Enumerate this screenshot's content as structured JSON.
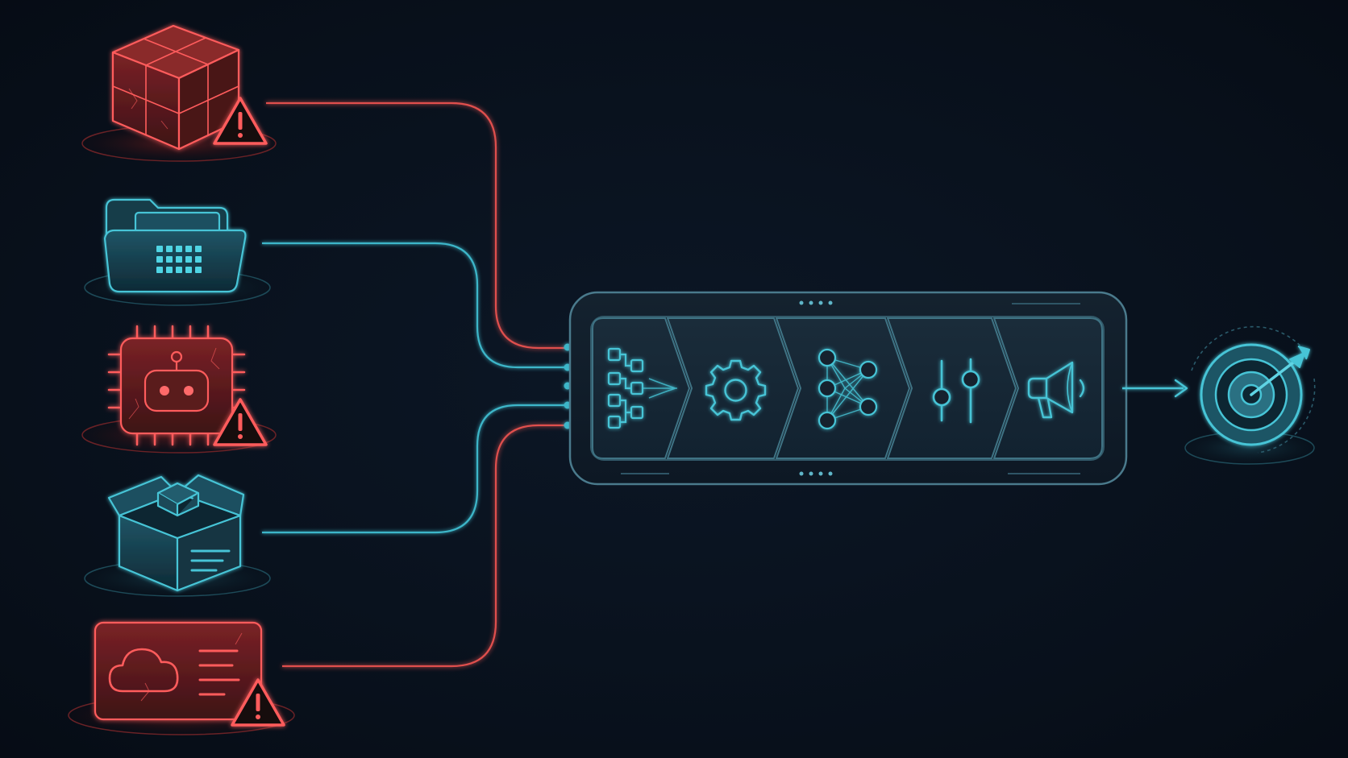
{
  "colors": {
    "background": "#08101b",
    "risk": "#e0504e",
    "risk_dark": "#3a1414",
    "ok": "#3cb6c9",
    "ok_dark": "#0f2f3c",
    "frame": "#3f6e80"
  },
  "sources": [
    {
      "icon": "cube-icon",
      "status": "risk",
      "warning": true
    },
    {
      "icon": "folder-grid-icon",
      "status": "ok",
      "warning": false
    },
    {
      "icon": "robot-chip-icon",
      "status": "risk",
      "warning": true
    },
    {
      "icon": "open-box-icon",
      "status": "ok",
      "warning": false
    },
    {
      "icon": "cloud-card-icon",
      "status": "risk",
      "warning": true
    }
  ],
  "pipeline": {
    "stages": [
      {
        "icon": "hierarchy-icon"
      },
      {
        "icon": "gear-icon"
      },
      {
        "icon": "neural-network-icon"
      },
      {
        "icon": "sliders-icon"
      },
      {
        "icon": "megaphone-icon"
      }
    ]
  },
  "target": {
    "icon": "target-icon"
  }
}
